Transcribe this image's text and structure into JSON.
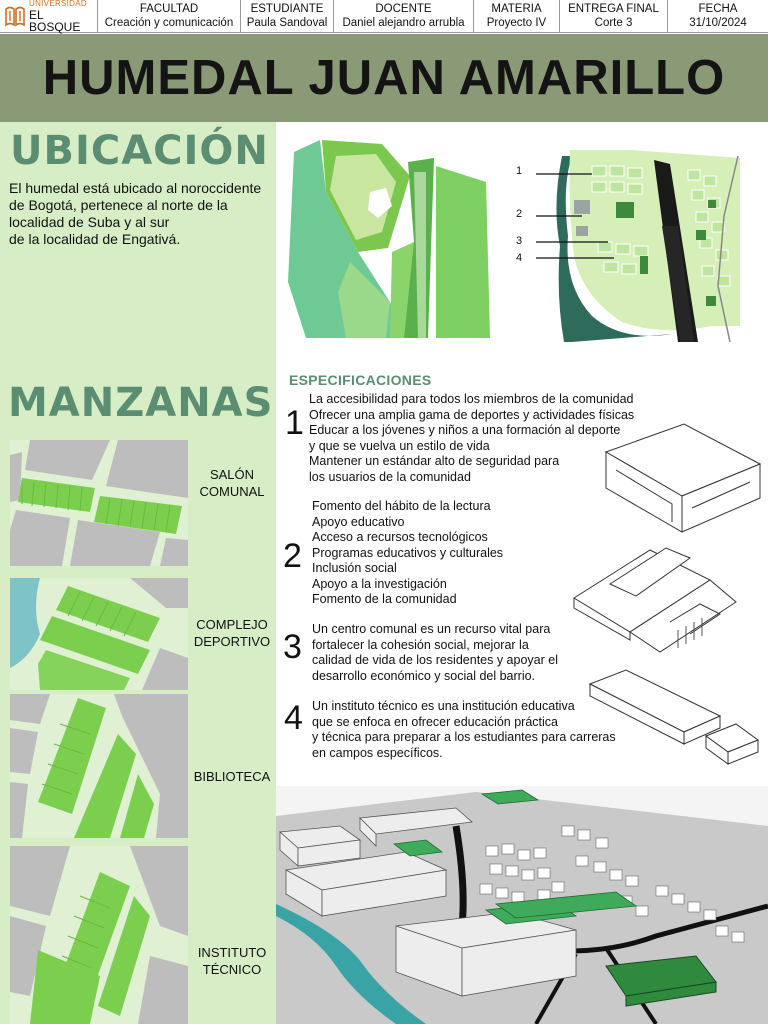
{
  "header": {
    "logo": {
      "line1": "UNIVERSIDAD",
      "line2": "EL BOSQUE"
    },
    "cells": [
      {
        "label": "FACULTAD",
        "value": "Creación y comunicación"
      },
      {
        "label": "ESTUDIANTE",
        "value": "Paula Sandoval"
      },
      {
        "label": "DOCENTE",
        "value": "Daniel alejandro arrubla"
      },
      {
        "label": "MATERIA",
        "value": "Proyecto IV"
      },
      {
        "label": "ENTREGA FINAL",
        "value": "Corte 3"
      },
      {
        "label": "FECHA",
        "value": "31/10/2024"
      }
    ]
  },
  "title": "HUMEDAL JUAN AMARILLO",
  "ubicacion": {
    "heading": "UBICACIÓN",
    "text": "El humedal está ubicado al noroccidente\nde Bogotá, pertenece al norte de la\nlocalidad de Suba y al sur\nde la localidad de Engativá."
  },
  "map_labels": [
    "1",
    "2",
    "3",
    "4"
  ],
  "manzanas": {
    "heading": "MANZANAS",
    "blocks": [
      {
        "label": "SALÓN\nCOMUNAL"
      },
      {
        "label": "COMPLEJO\nDEPORTIVO"
      },
      {
        "label": "BIBLIOTECA"
      },
      {
        "label": "INSTITUTO\nTÉCNICO"
      }
    ]
  },
  "especificaciones": {
    "heading": "ESPECIFICACIONES",
    "items": [
      {
        "number": "1",
        "text": "La accesibilidad para todos los miembros de la comunidad\nOfrecer una amplia gama de deportes y actividades físicas\nEducar a los jóvenes y niños a una formación al deporte\ny que se vuelva un estilo de vida\nMantener un estándar alto de seguridad para\nlos usuarios de la comunidad"
      },
      {
        "number": "2",
        "text": "Fomento del hábito de la lectura\nApoyo educativo\nAcceso a recursos tecnológicos\nProgramas educativos y culturales\nInclusión social\nApoyo a la investigación\nFomento de la comunidad"
      },
      {
        "number": "3",
        "text": "Un centro comunal es un recurso vital para\nfortalecer la cohesión social, mejorar la\n calidad de vida de los residentes y apoyar el\ndesarrollo económico y social del barrio."
      },
      {
        "number": "4",
        "text": "Un instituto técnico es una institución educativa\n que se enfoca en ofrecer educación práctica\n y técnica para preparar a los estudiantes para carreras\n en campos específicos."
      }
    ]
  },
  "colors": {
    "title_band": "#8b9a76",
    "left_panel": "#d6edc6",
    "heading_green": "#5b8d72",
    "block_green": "#7ccf4e",
    "wetland_teal": "#2f6b5a"
  }
}
